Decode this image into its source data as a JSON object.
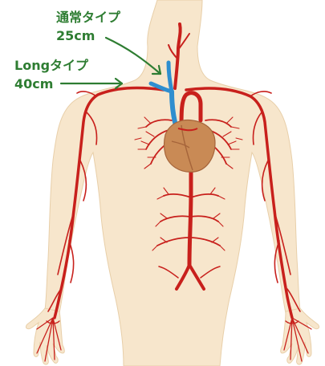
{
  "colors": {
    "label": "#2e7d32",
    "skin": "#f7e6cc",
    "skin_edge": "#e8cfa9",
    "artery": "#c8201c",
    "vein": "#2f8ecf",
    "heart": "#c98a55",
    "heart_dark": "#a5643a"
  },
  "labels": {
    "normal": {
      "title": "通常タイプ",
      "length": "25cm"
    },
    "long": {
      "title": "Longタイプ",
      "length": "40cm"
    }
  },
  "icons": {
    "figure": "human-body-illustration",
    "heart": "heart-icon",
    "arrow": "arrow-right-icon"
  }
}
